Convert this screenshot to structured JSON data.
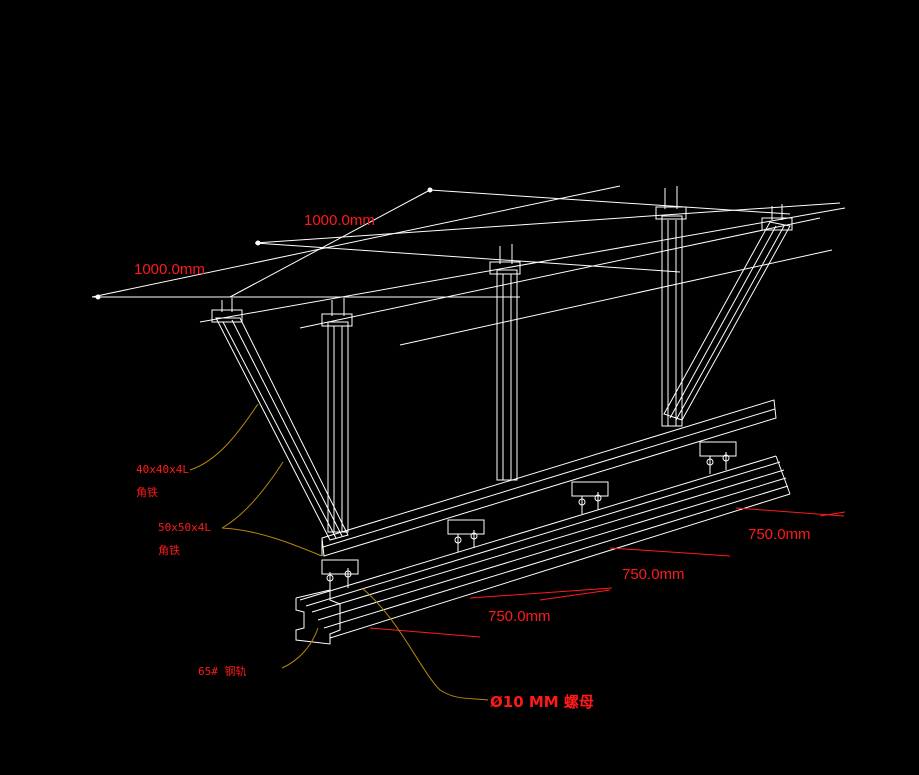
{
  "dimensions": {
    "span_1": "1000.0mm",
    "span_2": "1000.0mm",
    "pitch_1": "750.0mm",
    "pitch_2": "750.0mm",
    "pitch_3": "750.0mm"
  },
  "callouts": {
    "angle_small_size": "40x40x4L",
    "angle_small_name": "角铁",
    "angle_large_size": "50x50x4L",
    "angle_large_name": "角铁",
    "rail": "65# 钢轨",
    "nut": "Ø10 MM 螺母"
  },
  "colors": {
    "lines": "#ffffff",
    "text": "#ff1a1a",
    "leaders": "#b8860b",
    "background": "#000000"
  }
}
